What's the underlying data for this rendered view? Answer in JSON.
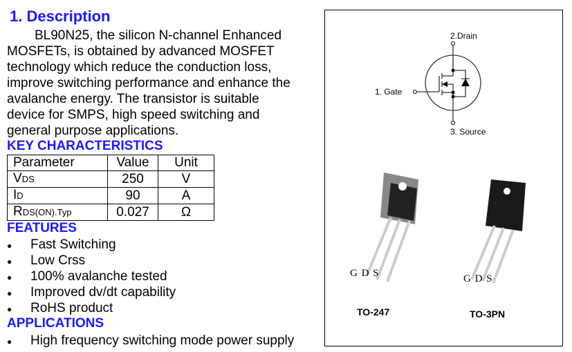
{
  "title": "1.  Description",
  "description_lines": [
    "BL90N25, the silicon N-channel Enhanced",
    "MOSFETs, is obtained by advanced MOSFET",
    "technology which reduce the conduction loss,",
    "improve switching performance and enhance the",
    "avalanche energy. The transistor is suitable",
    "device for SMPS, high speed switching and",
    "general purpose applications."
  ],
  "key_heading": "KEY CHARACTERISTICS",
  "table": {
    "headers": [
      "Parameter",
      "Value",
      "Unit"
    ],
    "rows": [
      {
        "sym": "V",
        "sub": "DS",
        "value": "250",
        "unit": "V"
      },
      {
        "sym": "I",
        "sub": "D",
        "value": "90",
        "unit": "A"
      },
      {
        "sym": "R",
        "sub": "DS(ON).Typ",
        "value": "0.027",
        "unit": "Ω"
      }
    ]
  },
  "features_heading": "FEATURES",
  "features": [
    "Fast Switching",
    "Low Crss",
    "100% avalanche tested",
    "Improved dv/dt capability",
    "RoHS product"
  ],
  "applications_heading": "APPLICATIONS",
  "applications": [
    "High frequency switching mode power supply"
  ],
  "diagram": {
    "drain": "2.Drain",
    "gate": "1. Gate",
    "source": "3. Source"
  },
  "packages": [
    {
      "pins": "G D S",
      "name": "TO-247"
    },
    {
      "pins": "G D S",
      "name": "TO-3PN"
    }
  ]
}
